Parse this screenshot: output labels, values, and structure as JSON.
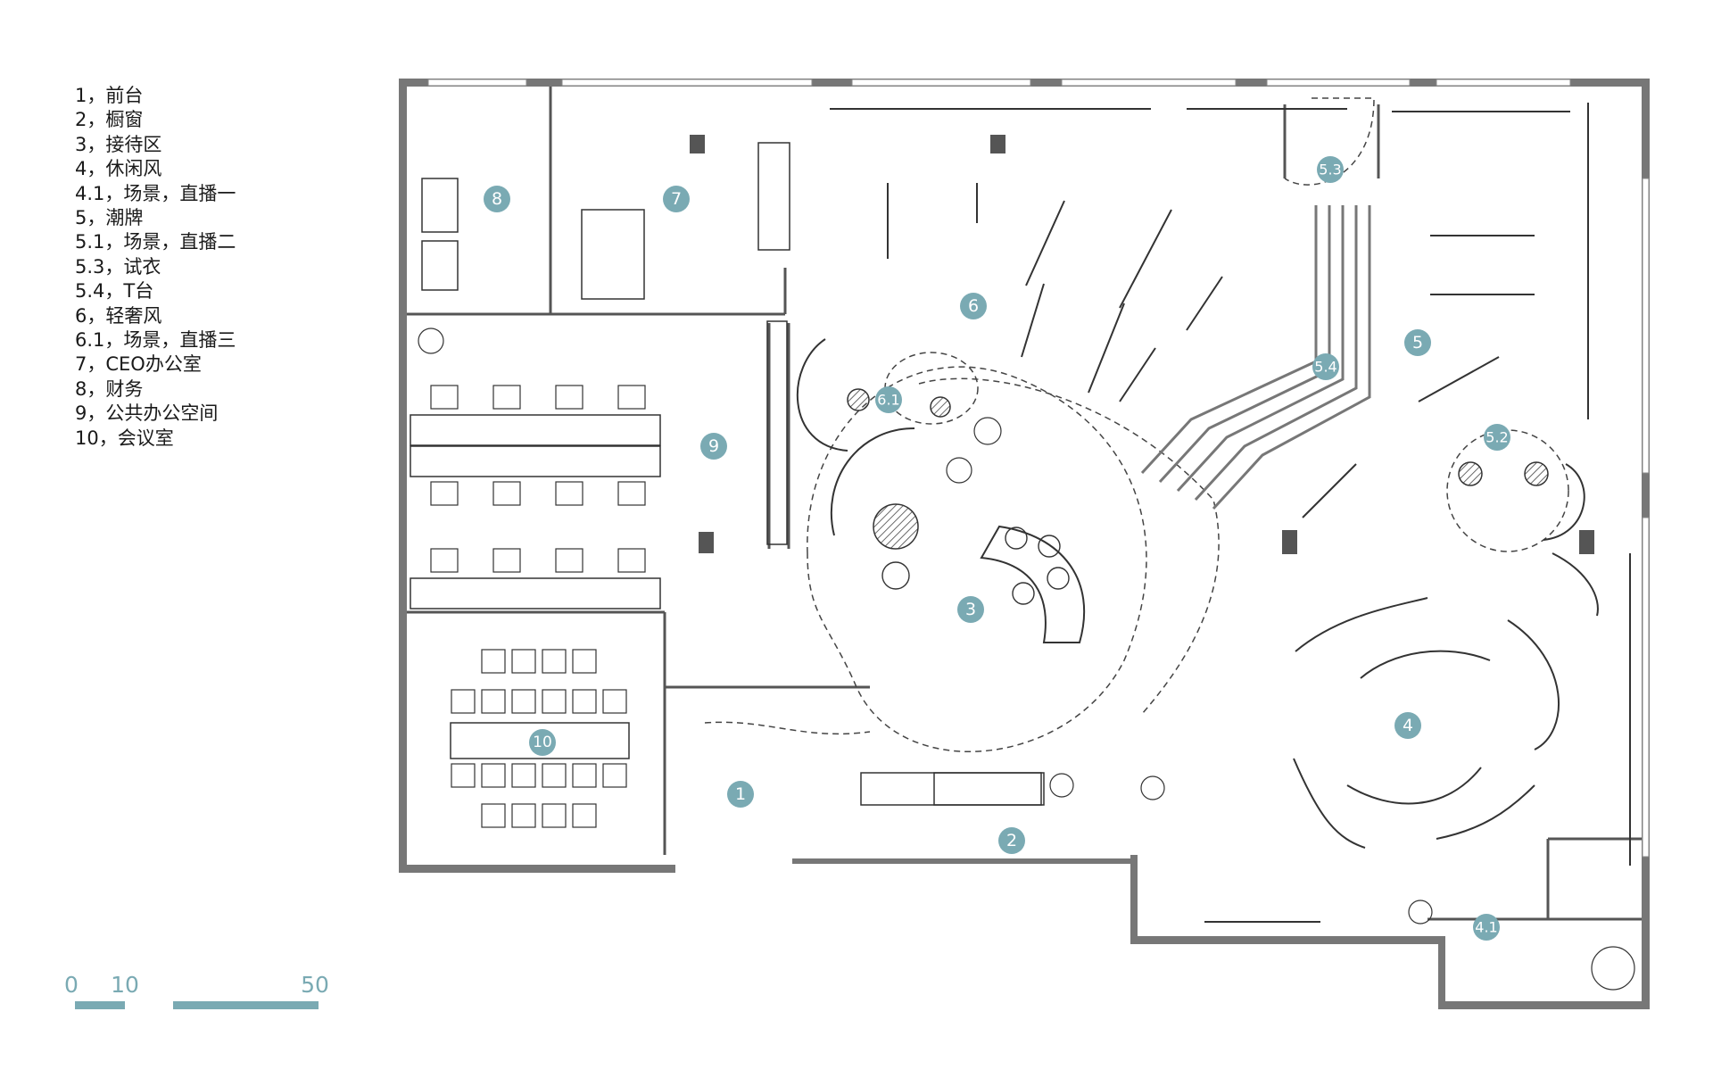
{
  "legend": [
    "1，前台",
    "2，橱窗",
    "3，接待区",
    "4，休闲风",
    "4.1，场景，直播一",
    "5，潮牌",
    "5.1，场景，直播二",
    "5.3，试衣",
    "5.4，T台",
    "6，轻奢风",
    "6.1，场景，直播三",
    "7，CEO办公室",
    "8，财务",
    "9，公共办公空间",
    "10，会议室"
  ],
  "scale": {
    "zero": "0",
    "ten": "10",
    "fifty": "50"
  },
  "markers": [
    "1",
    "2",
    "3",
    "4",
    "4.1",
    "5",
    "5.2",
    "5.3",
    "5.4",
    "6",
    "6.1",
    "7",
    "8",
    "9",
    "10"
  ],
  "colors": {
    "accent": "#7aaab3",
    "wall": "#6f6f6f",
    "line": "#333333",
    "scale_bar": "#7aaab3"
  }
}
